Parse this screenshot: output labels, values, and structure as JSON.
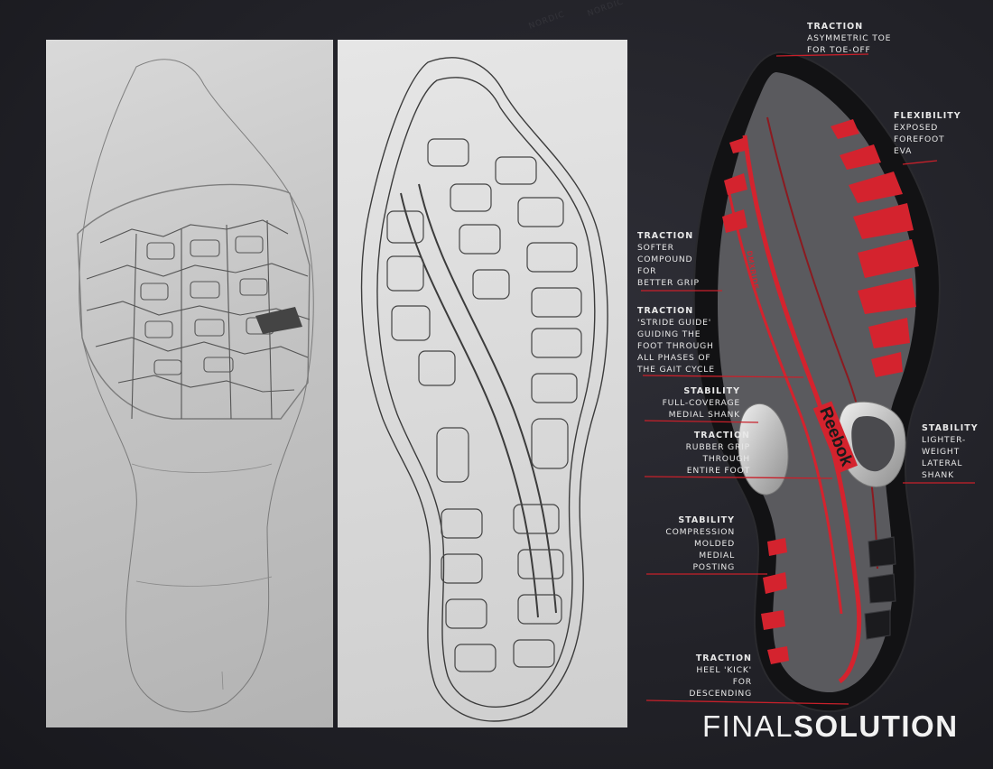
{
  "background_watermark": "NORDIC",
  "callouts": [
    {
      "id": "traction-toe",
      "title": "TRACTION",
      "desc": "ASYMMETRIC TOE\nFOR TOE-OFF"
    },
    {
      "id": "flexibility",
      "title": "FLEXIBILITY",
      "desc": "EXPOSED\nFOREFOOT\nEVA"
    },
    {
      "id": "traction-softer",
      "title": "TRACTION",
      "desc": "SOFTER\nCOMPOUND\nFOR\nBETTER GRIP"
    },
    {
      "id": "traction-stride",
      "title": "TRACTION",
      "desc": "'STRIDE GUIDE'\nGUIDING THE\nFOOT THROUGH\nALL PHASES OF\nTHE GAIT CYCLE"
    },
    {
      "id": "stability-medial",
      "title": "STABILITY",
      "desc": "FULL-COVERAGE\nMEDIAL SHANK"
    },
    {
      "id": "stability-lateral",
      "title": "STABILITY",
      "desc": "LIGHTER-\nWEIGHT\nLATERAL\nSHANK"
    },
    {
      "id": "traction-rubber",
      "title": "TRACTION",
      "desc": "RUBBER GRIP\nTHROUGH\nENTIRE FOOT"
    },
    {
      "id": "stability-posting",
      "title": "STABILITY",
      "desc": "COMPRESSION\nMOLDED\nMEDIAL\nPOSTING"
    },
    {
      "id": "traction-heel",
      "title": "TRACTION",
      "desc": "HEEL 'KICK'\nFOR\nDESCENDING"
    }
  ],
  "brand_mark": "Reebok",
  "sole_tag": "DMXRIDE",
  "final_title": {
    "light": "FINAL",
    "bold": "SOLUTION"
  },
  "colors": {
    "background": "#222228",
    "accent_red": "#d4232e",
    "callout_line": "#c8202a",
    "text": "#e8e8e8"
  }
}
